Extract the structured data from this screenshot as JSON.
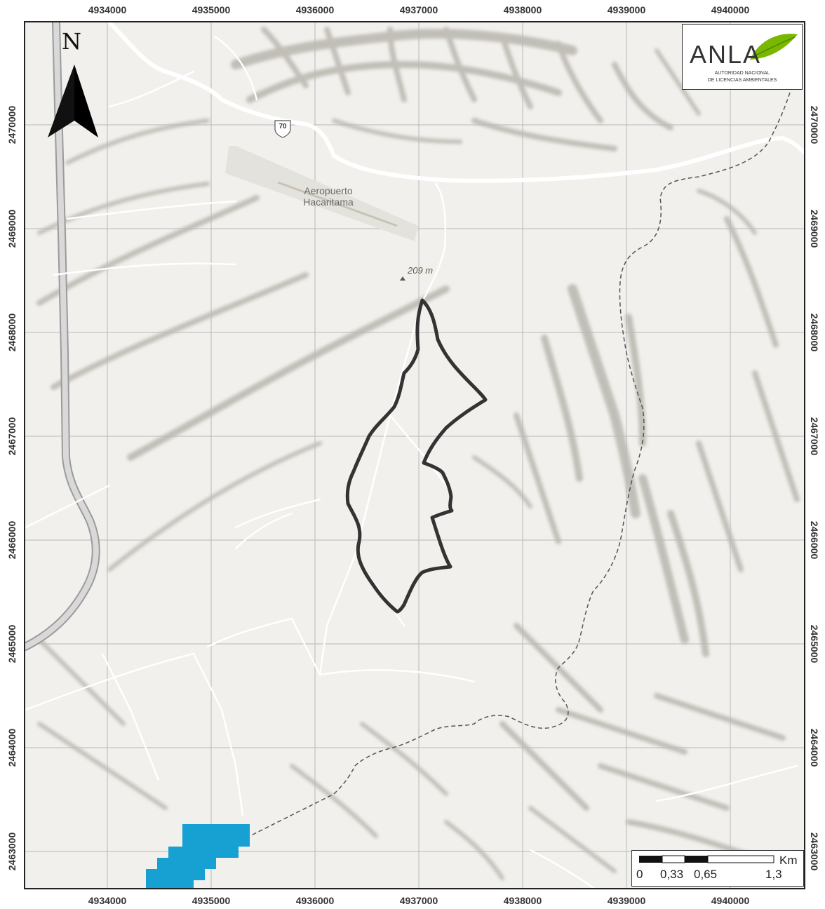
{
  "map": {
    "x_coords": [
      "4934000",
      "4935000",
      "4936000",
      "4937000",
      "4938000",
      "4939000",
      "4940000"
    ],
    "y_coords": [
      "2470000",
      "2469000",
      "2468000",
      "2467000",
      "2466000",
      "2465000",
      "2464000",
      "2463000"
    ],
    "airport_label_line1": "Aeropuerto",
    "airport_label_line2": "Hacaritama",
    "elevation_label": "209 m",
    "route_number": "70",
    "north_letter": "N",
    "colors": {
      "background": "#f1f0ec",
      "road": "#ffffff",
      "highway": "#d6d6d6",
      "polygon_outline": "#333333",
      "blue_area": "#17a0d2",
      "relief": "#9a968c"
    }
  },
  "logo": {
    "word": "ANLA",
    "line1": "AUTORIDAD NACIONAL",
    "line2": "DE LICENCIAS AMBIENTALES"
  },
  "scale": {
    "labels": [
      "0",
      "0,33",
      "0,65",
      "1,3"
    ],
    "unit": "Km"
  }
}
